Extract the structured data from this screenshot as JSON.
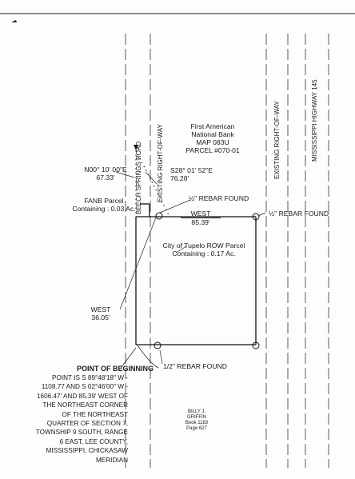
{
  "roads": {
    "beech_springs": "BEECH SPRINGS ROAD",
    "row_left": "EXISTING RIGHT-OF-WAY",
    "row_right": "EXISTING RIGHT-OF-WAY",
    "highway": "MISSISSIPPI HIGHWAY 145"
  },
  "bank_parcel": [
    "First American",
    "National Bank",
    "MAP 083U",
    "PARCEL #070-01"
  ],
  "bearings": {
    "north_line": [
      "N00° 10' 00\"E",
      "67.33'"
    ],
    "diagonal": [
      "S28° 01' 52\"E",
      "76.28'"
    ],
    "west_upper": [
      "WEST",
      "85.39'"
    ],
    "west_lower": [
      "WEST",
      "36.05'"
    ]
  },
  "fanb_parcel": [
    "FANB Parcel",
    "Containing : 0.03 Ac."
  ],
  "tupelo_parcel": [
    "City of Tupelo ROW Parcel",
    "Containing : 0.17 Ac."
  ],
  "rebar": {
    "top_center": "½\" REBAR FOUND",
    "top_right": "½\" REBAR FOUND",
    "bottom": "1/2\" REBAR FOUND"
  },
  "pob": {
    "title": "POINT OF BEGINNING",
    "lines": [
      "POINT IS S 89°48'18\" W -",
      "1108.77 AND S 02°46'00\" W -",
      "1606.47' AND 85.39' WEST OF",
      "THE NORTHEAST CORNER",
      "OF THE NORTHEAST",
      "QUARTER OF SECTION 7,",
      "TOWNSHIP 9 SOUTH, RANGE",
      "6 EAST, LEE COUNTY,",
      "MISSISSIPPI, CHICKASAW",
      "MERIDIAN"
    ]
  },
  "stamp": [
    "BILLY J.",
    "GRIFFIN",
    "Book 1183",
    "Page 627"
  ],
  "colors": {
    "ink": "#1b1b1b",
    "paper": "#fdfdfb"
  }
}
